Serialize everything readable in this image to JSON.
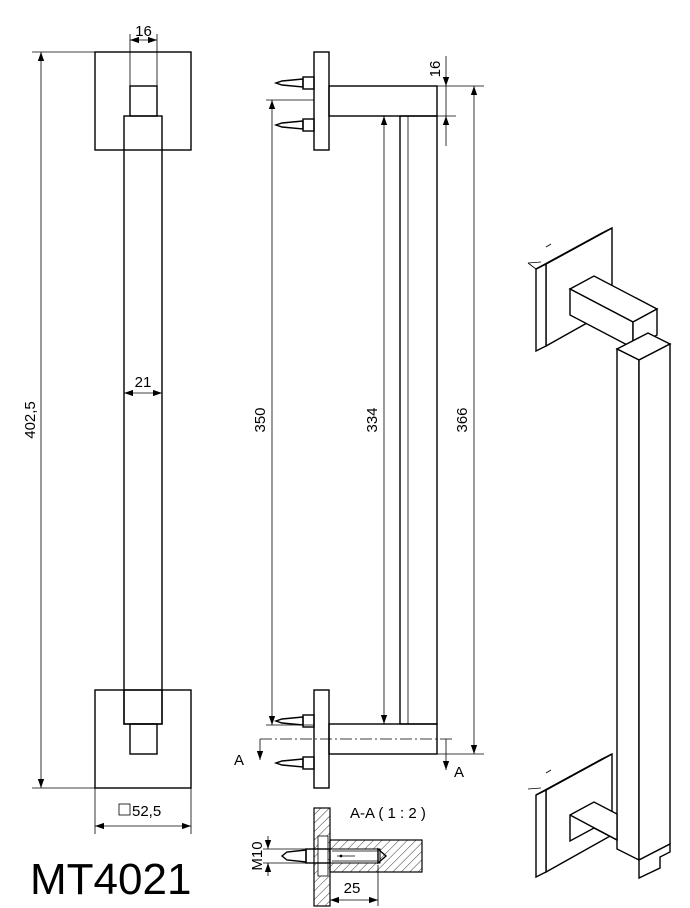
{
  "model": "MT4021",
  "dimensions": {
    "post_width": "16",
    "bar_width": "21",
    "overall_length": "402,5",
    "base_size": "52,5",
    "base_size_symbol": "□",
    "standoff": "16",
    "length_350": "350",
    "length_334": "334",
    "length_366": "366",
    "thread": "M10",
    "screw_depth": "25"
  },
  "section": {
    "title": "A-A ( 1 : 2 )",
    "marker_left": "A",
    "marker_right": "A"
  }
}
